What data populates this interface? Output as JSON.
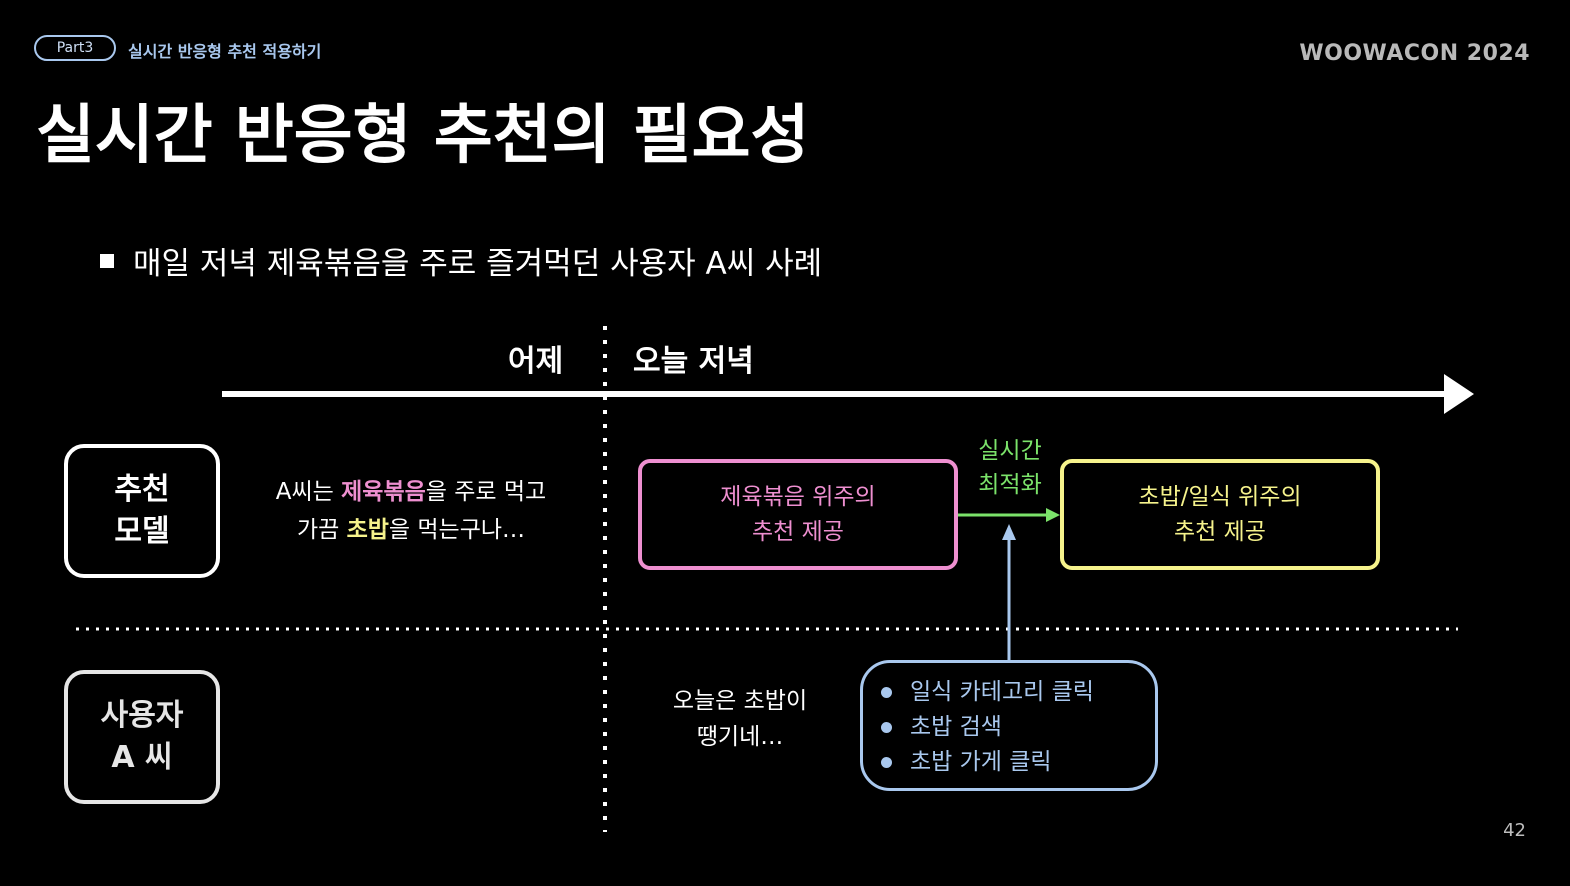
{
  "header": {
    "part_label": "Part3",
    "part_title": "실시간 반응형 추천 적용하기",
    "brand": "WOOWACON 2024"
  },
  "title": "실시간 반응형 추천의 필요성",
  "bullet": "매일 저녁 제육볶음을 주로 즐겨먹던 사용자 A씨 사례",
  "timeline": {
    "yesterday": "어제",
    "tonight": "오늘 저녁"
  },
  "rows": {
    "model": {
      "line1": "추천",
      "line2": "모델"
    },
    "user": {
      "line1": "사용자",
      "line2": "A 씨"
    }
  },
  "model_note": {
    "l1_pre": "A씨는 ",
    "l1_highlight": "제육볶음",
    "l1_post": "을 주로 먹고",
    "l2_pre": "가끔 ",
    "l2_highlight": "초밥",
    "l2_post": "을 먹는구나…"
  },
  "rec_before": {
    "line1": "제육볶음 위주의",
    "line2": "추천 제공"
  },
  "rec_after": {
    "line1": "초밥/일식 위주의",
    "line2": "추천 제공"
  },
  "realtime": {
    "line1": "실시간",
    "line2": "최적화"
  },
  "user_note": {
    "line1": "오늘은 초밥이",
    "line2": "땡기네…"
  },
  "actions": [
    "일식 카테고리 클릭",
    "초밥 검색",
    "초밥 가게 클릭"
  ],
  "page_number": "42",
  "colors": {
    "background": "#000000",
    "accent_blue": "#a9c8ee",
    "pink": "#ee8fd0",
    "yellow": "#f6f38c",
    "green": "#7be36a"
  }
}
